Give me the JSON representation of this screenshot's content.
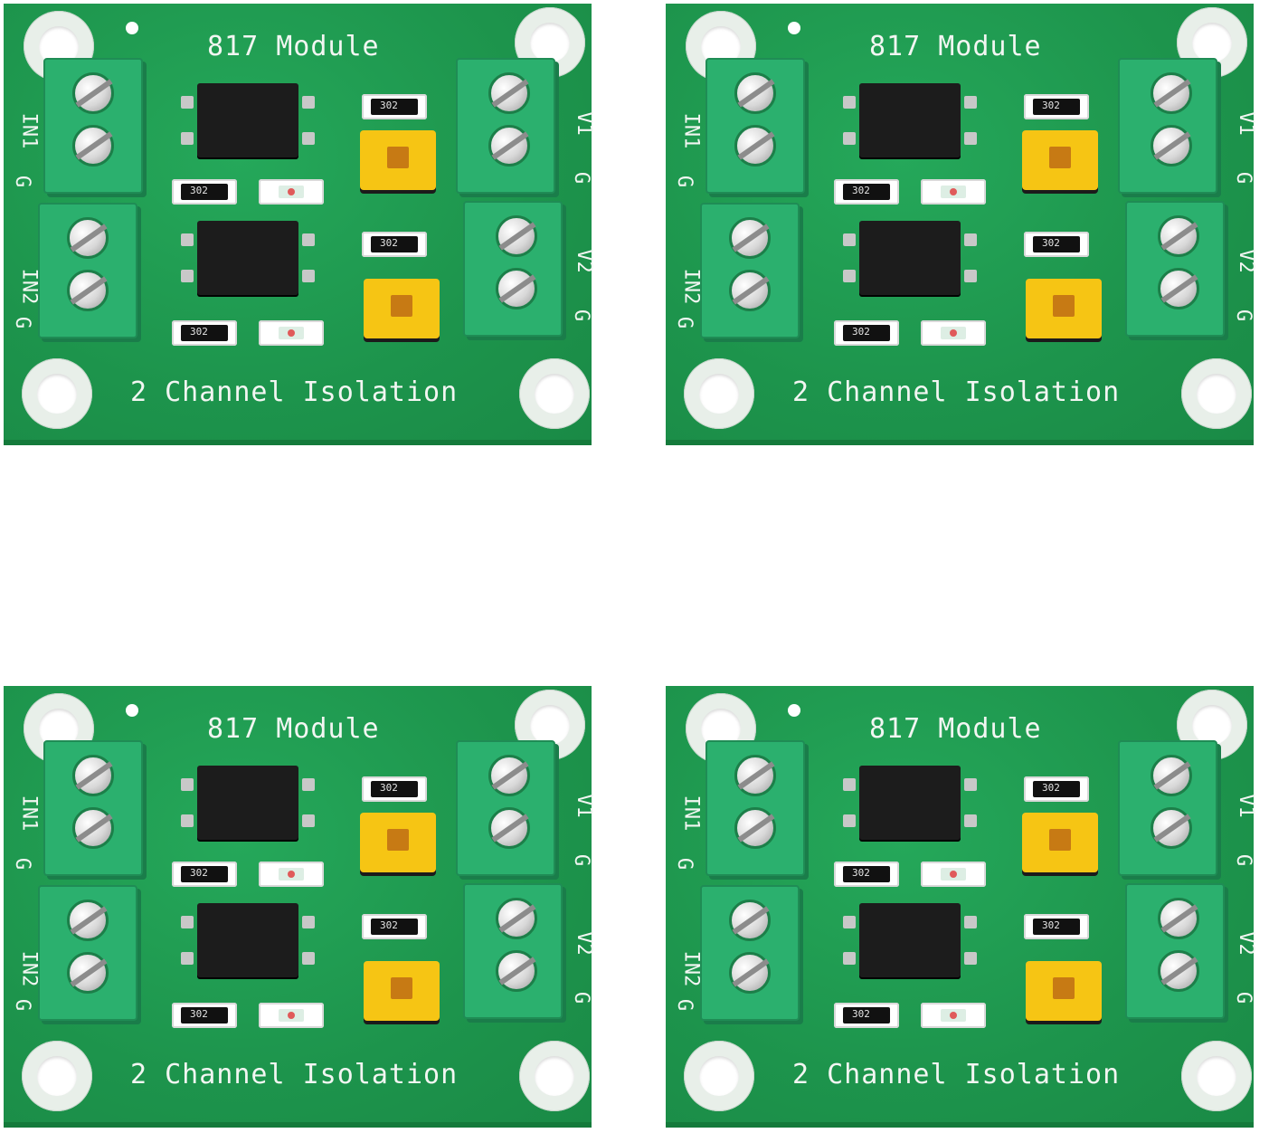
{
  "colors": {
    "pcb": "#1f9a4f",
    "terminal": "#2bb06e",
    "jumper": "#f6c514",
    "silkscreen": "#f2f6f2"
  },
  "boards": [
    {
      "title": "817 Module",
      "subtitle": "2 Channel Isolation",
      "left_labels": [
        "IN1",
        "G",
        "IN2",
        "G"
      ],
      "right_labels": [
        "V1",
        "G",
        "V2",
        "G"
      ],
      "resistor_code": "302"
    },
    {
      "title": "817 Module",
      "subtitle": "2 Channel Isolation",
      "left_labels": [
        "IN1",
        "G",
        "IN2",
        "G"
      ],
      "right_labels": [
        "V1",
        "G",
        "V2",
        "G"
      ],
      "resistor_code": "302"
    },
    {
      "title": "817 Module",
      "subtitle": "2 Channel Isolation",
      "left_labels": [
        "IN1",
        "G",
        "IN2",
        "G"
      ],
      "right_labels": [
        "V1",
        "G",
        "V2",
        "G"
      ],
      "resistor_code": "302"
    },
    {
      "title": "817 Module",
      "subtitle": "2 Channel Isolation",
      "left_labels": [
        "IN1",
        "G",
        "IN2",
        "G"
      ],
      "right_labels": [
        "V1",
        "G",
        "V2",
        "G"
      ],
      "resistor_code": "302"
    }
  ]
}
